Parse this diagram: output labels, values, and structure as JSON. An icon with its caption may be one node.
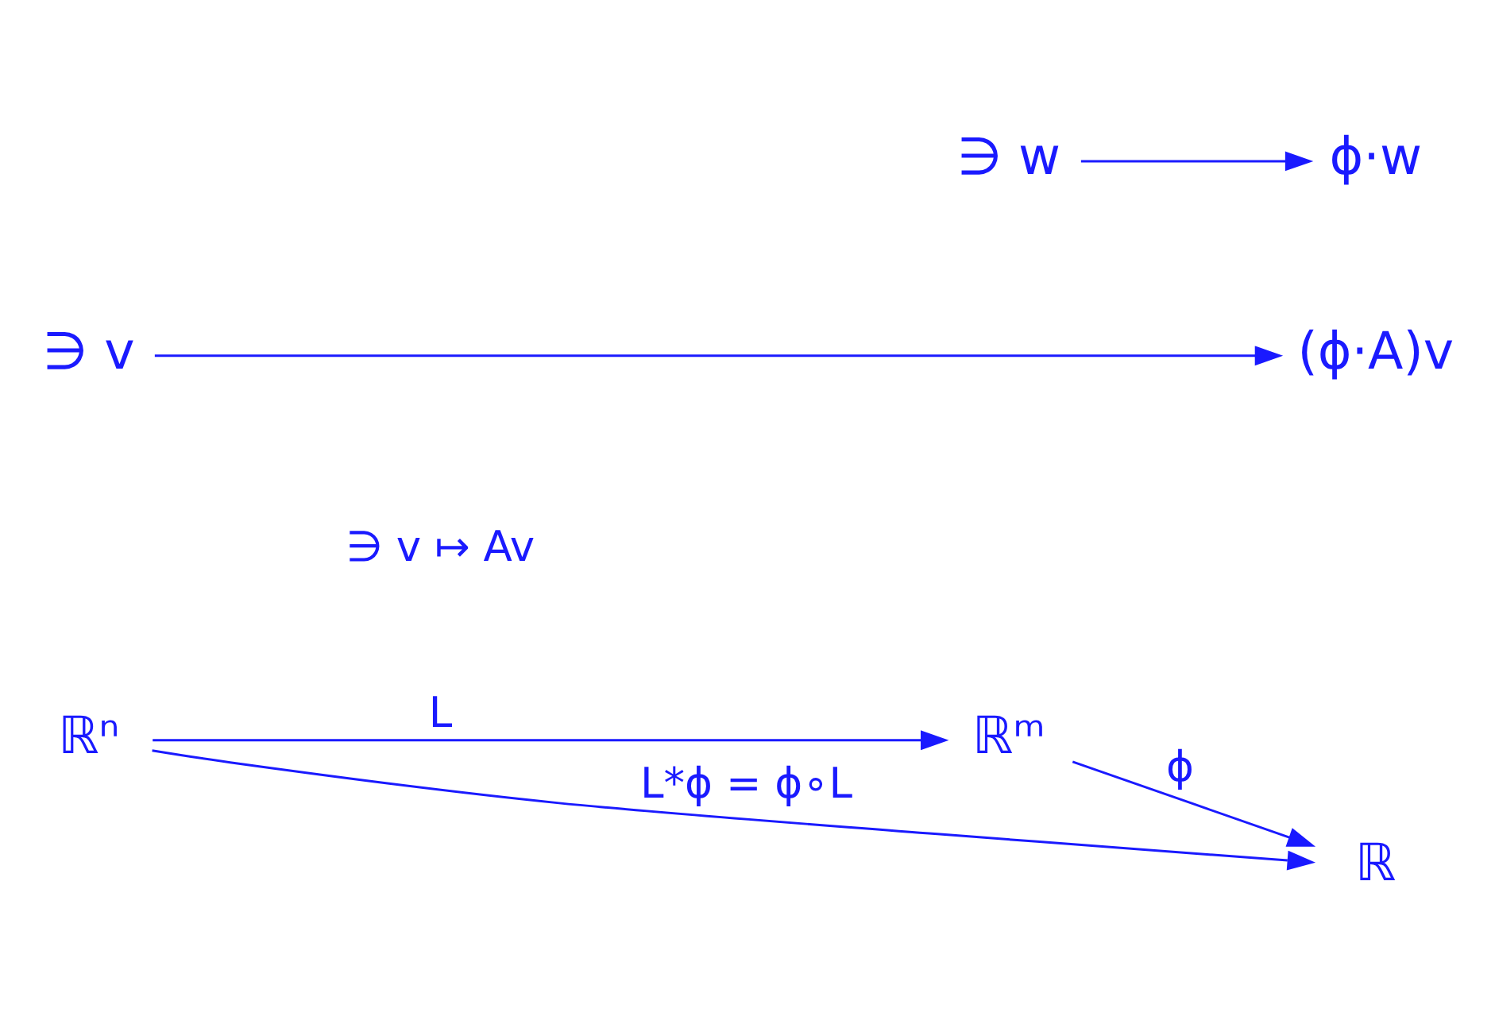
{
  "diagram": {
    "nodes": [
      {
        "text": [
          "ℝⁿ"
        ]
      },
      {
        "text": [
          "ℝᵐ"
        ]
      },
      {
        "text": [
          "ℝ"
        ]
      },
      {
        "text": [
          "∋ v"
        ]
      },
      {
        "text": [
          "∋ w"
        ]
      },
      {
        "text": [
          "ϕ·w"
        ]
      },
      {
        "text": [
          "(ϕ·A)v"
        ]
      }
    ],
    "edges": [
      {
        "from": 0,
        "to": 1,
        "arrow": "to",
        "label": "L"
      },
      {
        "from": 1,
        "to": 2,
        "arrow": "to",
        "label": "ϕ"
      },
      {
        "from": 0,
        "to": 2,
        "arrow": "to",
        "label": "L*ϕ = ϕ∘L"
      },
      {
        "from": 4,
        "to": 5,
        "arrow": "to"
      },
      {
        "from": 3,
        "to": 6,
        "arrow": "to"
      }
    ],
    "labels": [
      "∋ v ↦ Av"
    ]
  }
}
